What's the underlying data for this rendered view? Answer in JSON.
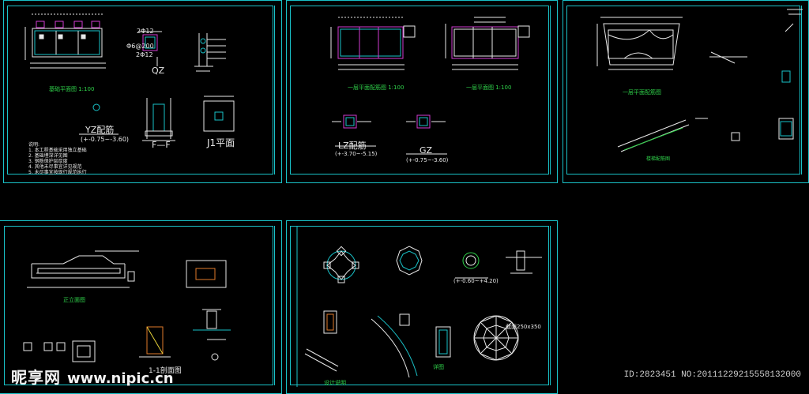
{
  "sheets": {
    "s1": {
      "label_qz": "QZ",
      "label_ff": "F—F",
      "label_j1": "J1平面",
      "label_yz": "YZ配筋",
      "label_yz_range": "(+-0.75~-3.60)",
      "bar_top": "2Φ12",
      "bar_stirrup": "Φ6@200",
      "bar_bot": "2Φ12",
      "plan_caption": "基础平面图 1:100",
      "notes": [
        "说明:",
        "1. 本工程基础采用独立基础",
        "2. 基础埋深详见图",
        "3. 钢筋保护层厚度",
        "4. 其他未尽事宜详见规范",
        "5. 未尽事宜按现行规范执行"
      ]
    },
    "s2": {
      "cap_left": "一层平面配筋图 1:100",
      "cap_right": "一层平面图 1:100",
      "label_lz": "LZ配筋",
      "label_lz_range": "(+-3.70~-5.15)",
      "label_gz": "GZ",
      "label_gz_range": "(+-0.75~-3.60)"
    },
    "s3": {
      "cap_plan": "一层平面配筋图",
      "cap_stair": "楼梯配筋图"
    },
    "s4": {
      "cap_elev": "正立面图",
      "cap_section": "1-1剖面图"
    },
    "s5": {
      "range_label": "(+-0.60~+4.20)",
      "size_label": "截面250x350",
      "cap_design": "设计说明",
      "cap_detail": "详图"
    }
  },
  "watermark": {
    "brand": "昵享网",
    "url": "www.nipic.cn"
  },
  "image_id": "ID:2823451 NO:20111229215558132000",
  "colors": {
    "frame": "#19c2c8",
    "line": "#e8e8e8",
    "magenta": "#d23cd2",
    "green": "#2fd24a",
    "cyan": "#19c2c8",
    "yellow": "#e8d23a",
    "orange": "#e07a2a"
  }
}
